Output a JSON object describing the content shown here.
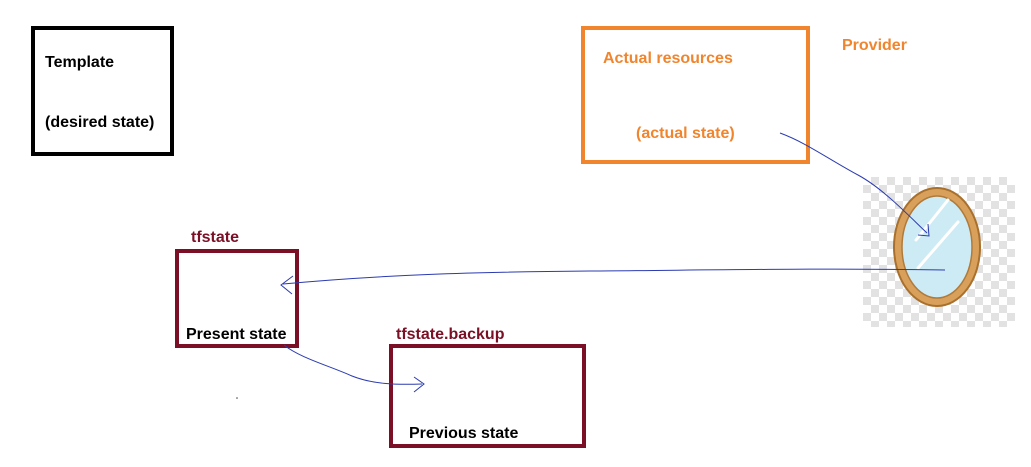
{
  "template": {
    "title": "Template",
    "subtitle": "(desired state)"
  },
  "provider": {
    "label": "Provider",
    "box_title": "Actual resources",
    "box_subtitle": "(actual state)"
  },
  "tfstate": {
    "label": "tfstate",
    "box_text": "Present state"
  },
  "backup": {
    "label": "tfstate.backup",
    "box_text": "Previous state"
  },
  "mirror_icon": "oval-mirror-icon",
  "colors": {
    "template": "#000000",
    "provider": "#f0852e",
    "state": "#7a0f25",
    "arrows": "#2b3bb0",
    "mirror_frame": "#d9a05b",
    "mirror_glass": "#cdebf5"
  }
}
